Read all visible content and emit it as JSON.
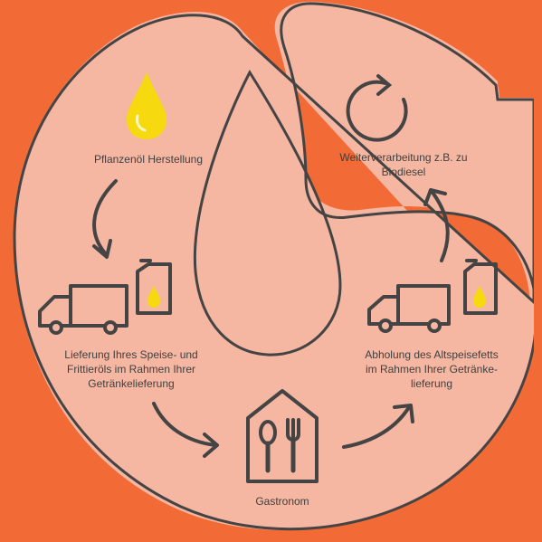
{
  "colors": {
    "background": "#f26a35",
    "shape_fill": "#f6b7a2",
    "outline": "#444444",
    "oil_yellow": "#f6d90f"
  },
  "icons": [
    "oil-drop-icon",
    "canister-icon",
    "delivery-truck-icon",
    "restaurant-icon",
    "recycle-arrow-icon"
  ],
  "steps": {
    "production": "Pflanzenöl Herstellung",
    "delivery": "Lieferung Ihres Speise- und\nFrittieröls im Rahmen Ihrer\nGetränkelieferung",
    "gastronomy": "Gastronom",
    "pickup": "Abholung des Altspeisefetts\nim Rahmen Ihrer Getränke-\nlieferung",
    "processing": "Weiterverarbeitung z.B. zu\nBiodiesel"
  }
}
